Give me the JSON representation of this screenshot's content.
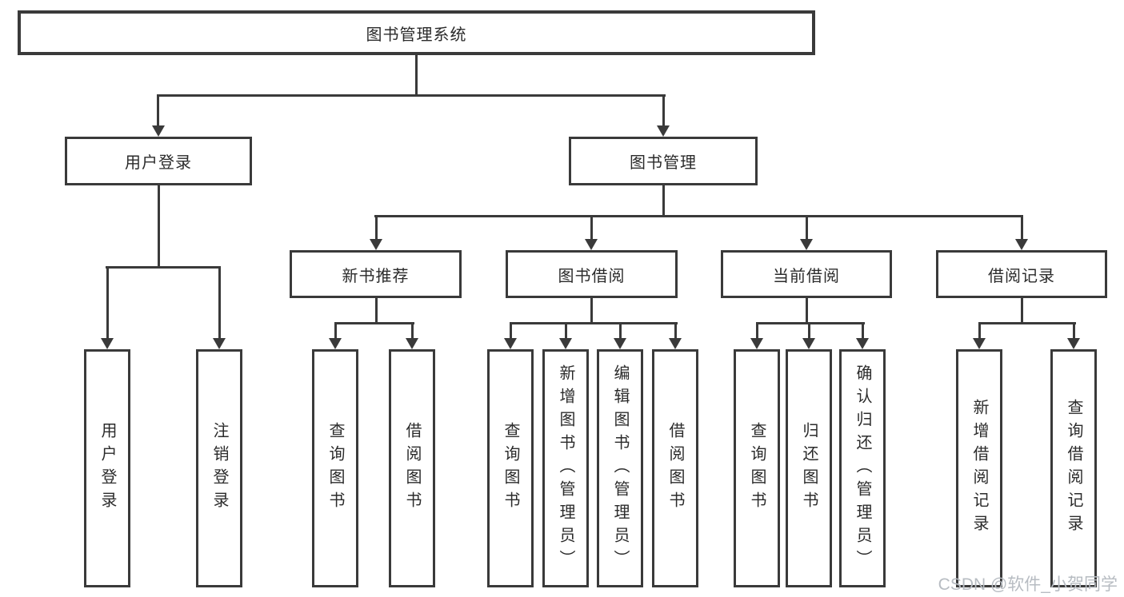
{
  "diagram": {
    "root": {
      "label": "图书管理系统"
    },
    "level2": [
      {
        "label": "用户登录"
      },
      {
        "label": "图书管理"
      }
    ],
    "level3": [
      {
        "label": "新书推荐"
      },
      {
        "label": "图书借阅"
      },
      {
        "label": "当前借阅"
      },
      {
        "label": "借阅记录"
      }
    ],
    "leaves": {
      "user_login": [
        "用户登录",
        "注销登录"
      ],
      "new_book": [
        "查询图书",
        "借阅图书"
      ],
      "book_borrow": [
        "查询图书",
        "新增图书（管理员）",
        "编辑图书（管理员）",
        "借阅图书"
      ],
      "current_borrow": [
        "查询图书",
        "归还图书",
        "确认归还（管理员）"
      ],
      "borrow_records": [
        "新增借阅记录",
        "查询借阅记录"
      ]
    }
  },
  "watermark": {
    "text": "CSDN @软件_小贺同学"
  },
  "colors": {
    "line": "#3a3a3a",
    "text": "#2b2b2b",
    "background": "#ffffff",
    "watermark": "#b7bcc2"
  }
}
